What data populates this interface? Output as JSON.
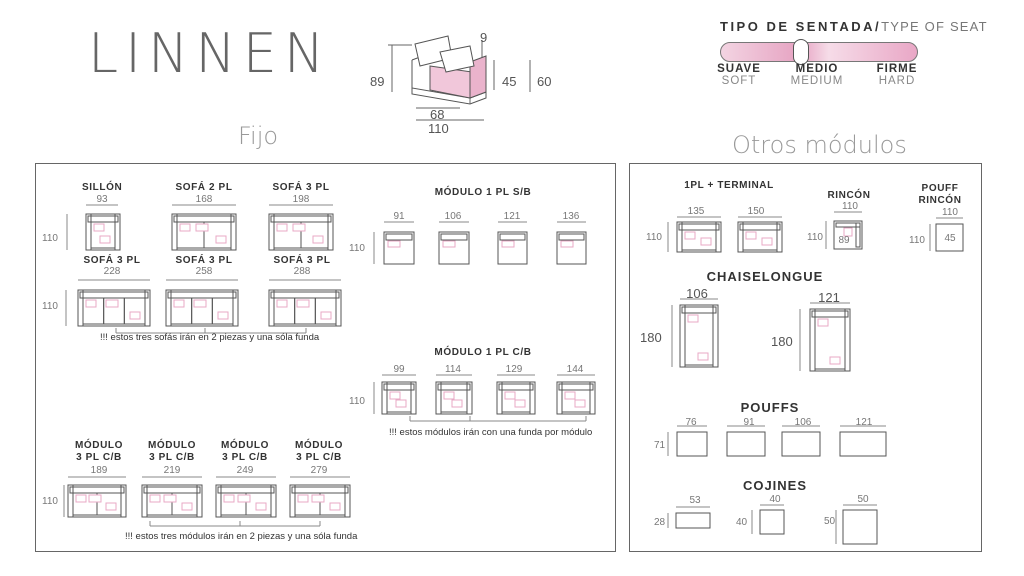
{
  "header": {
    "title": "LINNEN",
    "dims": {
      "back_height": "89",
      "top": "9",
      "seat_height": "45",
      "arm_height": "60",
      "seat_depth": "68",
      "depth": "110"
    }
  },
  "seat_type": {
    "title": "TIPO DE SENTADA/",
    "title_en": "TYPE OF SEAT",
    "level": 0.41,
    "options": [
      {
        "label": "SUAVE",
        "sub": "SOFT"
      },
      {
        "label": "MEDIO",
        "sub": "MEDIUM"
      },
      {
        "label": "FIRME",
        "sub": "HARD"
      }
    ]
  },
  "fijo": {
    "title": "Fijo",
    "row1": [
      {
        "name": "SILLÓN",
        "width": "93"
      },
      {
        "name": "SOFÁ 2 PL",
        "width": "168"
      },
      {
        "name": "SOFÁ 3 PL",
        "width": "198"
      }
    ],
    "row1_depth": "110",
    "row2": [
      {
        "name": "SOFÁ 3 PL",
        "width": "228"
      },
      {
        "name": "SOFÁ 3 PL",
        "width": "258"
      },
      {
        "name": "SOFÁ 3 PL",
        "width": "288"
      }
    ],
    "row2_depth": "110",
    "note_sofas": "!!! estos tres sofás irán en 2 piezas y una sóla funda",
    "modulo_sb": {
      "name": "MÓDULO 1 PL S/B",
      "depth": "110",
      "widths": [
        "91",
        "106",
        "121",
        "136"
      ]
    },
    "modulo_cb": {
      "name": "MÓDULO 1 PL C/B",
      "depth": "110",
      "widths": [
        "99",
        "114",
        "129",
        "144"
      ],
      "note": "!!! estos módulos irán con una funda por módulo"
    },
    "modulo3": {
      "depth": "110",
      "items": [
        {
          "l1": "MÓDULO",
          "l2": "3 PL C/B",
          "width": "189"
        },
        {
          "l1": "MÓDULO",
          "l2": "3 PL C/B",
          "width": "219"
        },
        {
          "l1": "MÓDULO",
          "l2": "3 PL C/B",
          "width": "249"
        },
        {
          "l1": "MÓDULO",
          "l2": "3 PL C/B",
          "width": "279"
        }
      ],
      "note": "!!! estos tres módulos irán en 2 piezas y una sóla funda"
    }
  },
  "otros": {
    "title": "Otros módulos",
    "terminal": {
      "name": "1PL + TERMINAL",
      "depth": "110",
      "widths": [
        "135",
        "150"
      ]
    },
    "rincon": {
      "name": "RINCÓN",
      "width": "110",
      "depth": "110",
      "inner": "89"
    },
    "pouff_rincon": {
      "l1": "POUFF",
      "l2": "RINCÓN",
      "width": "110",
      "depth": "110",
      "inner": "45"
    },
    "chaiselongue": {
      "name": "CHAISELONGUE",
      "items": [
        {
          "width": "106",
          "depth": "180"
        },
        {
          "width": "121",
          "depth": "180"
        }
      ]
    },
    "pouffs": {
      "name": "POUFFS",
      "depth": "71",
      "widths": [
        "76",
        "91",
        "106",
        "121"
      ]
    },
    "cojines": {
      "name": "COJINES",
      "items": [
        {
          "w": "53",
          "h": "28"
        },
        {
          "w": "40",
          "h": "40"
        },
        {
          "w": "50",
          "h": "50"
        }
      ]
    }
  },
  "colors": {
    "accent_pink": "#e8a9c6",
    "line": "#555555",
    "panel_border": "#666666"
  }
}
